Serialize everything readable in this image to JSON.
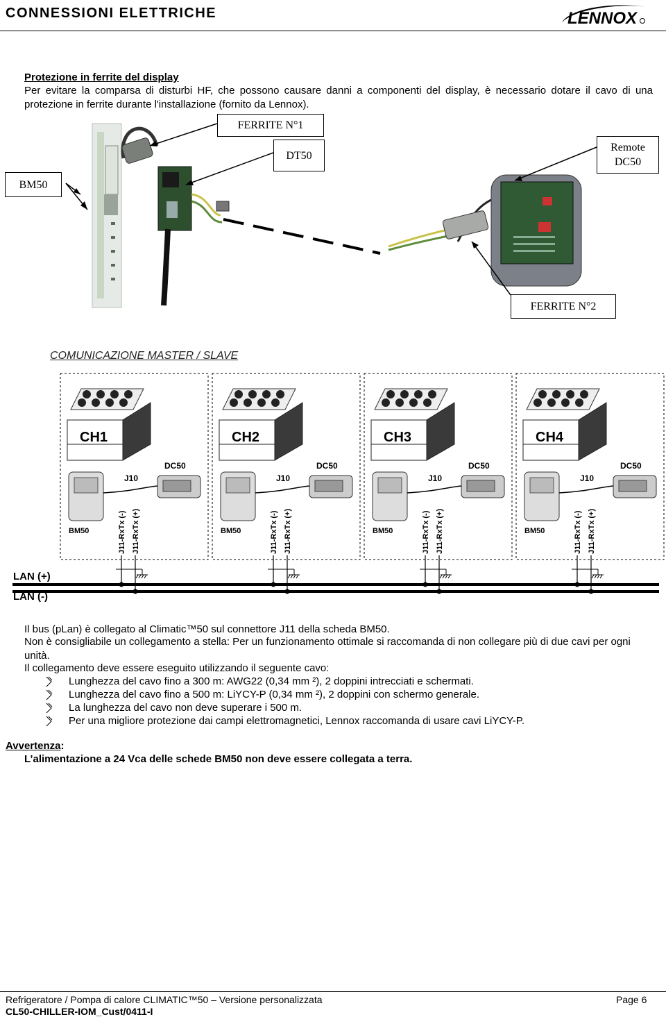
{
  "header": {
    "title": "CONNESSIONI ELETTRICHE",
    "logo_text": "LENNOX"
  },
  "ferrite_section": {
    "title": "Protezione in ferrite del display",
    "paragraph": "Per evitare la comparsa di disturbi HF, che possono causare danni a componenti del display, è necessario dotare il cavo di una protezione in ferrite durante l'installazione (fornito da Lennox).",
    "labels": {
      "bm50": "BM50",
      "ferrite1": "FERRITE N°1",
      "dt50": "DT50",
      "remote": "Remote\nDC50",
      "ferrite2": "FERRITE N°2"
    }
  },
  "master_slave": {
    "title": "COMUNICAZIONE MASTER / SLAVE",
    "units": [
      {
        "name": "CH1"
      },
      {
        "name": "CH2"
      },
      {
        "name": "CH3"
      },
      {
        "name": "CH4"
      }
    ],
    "board_label": "BM50",
    "connector_label": "J10",
    "display_label": "DC50",
    "wire_minus": "J11-RxTx (-)",
    "wire_plus": "J11-RxTx (+)",
    "lan_plus": "LAN (+)",
    "lan_minus": "LAN (-)"
  },
  "body": {
    "p1": "Il bus (pLan) è collegato al Climatic™50 sul connettore J11 della scheda BM50.",
    "p2": "Non è consigliabile un collegamento a stella: Per un funzionamento ottimale si raccomanda di non collegare più di due cavi per ogni unità.",
    "p3": "Il collegamento deve essere eseguito utilizzando il seguente cavo:",
    "bullets": [
      "Lunghezza del cavo fino a 300 m: AWG22 (0,34 mm ²), 2 doppini intrecciati e schermati.",
      "Lunghezza del cavo fino a 500 m: LiYCY-P (0,34 mm ²), 2 doppini con schermo generale.",
      "La lunghezza del cavo non deve superare i 500 m.",
      "Per una migliore protezione dai campi elettromagnetici, Lennox raccomanda di usare cavi LiYCY-P."
    ]
  },
  "warning": {
    "label": "Avvertenza",
    "text": "L’alimentazione a 24 Vca delle schede BM50 non deve essere collegata a terra."
  },
  "footer": {
    "left": "Refrigeratore / Pompa di calore CLIMATIC™50 – Versione personalizzata",
    "page": "Page 6",
    "code": "CL50-CHILLER-IOM_Cust/0411-I"
  }
}
